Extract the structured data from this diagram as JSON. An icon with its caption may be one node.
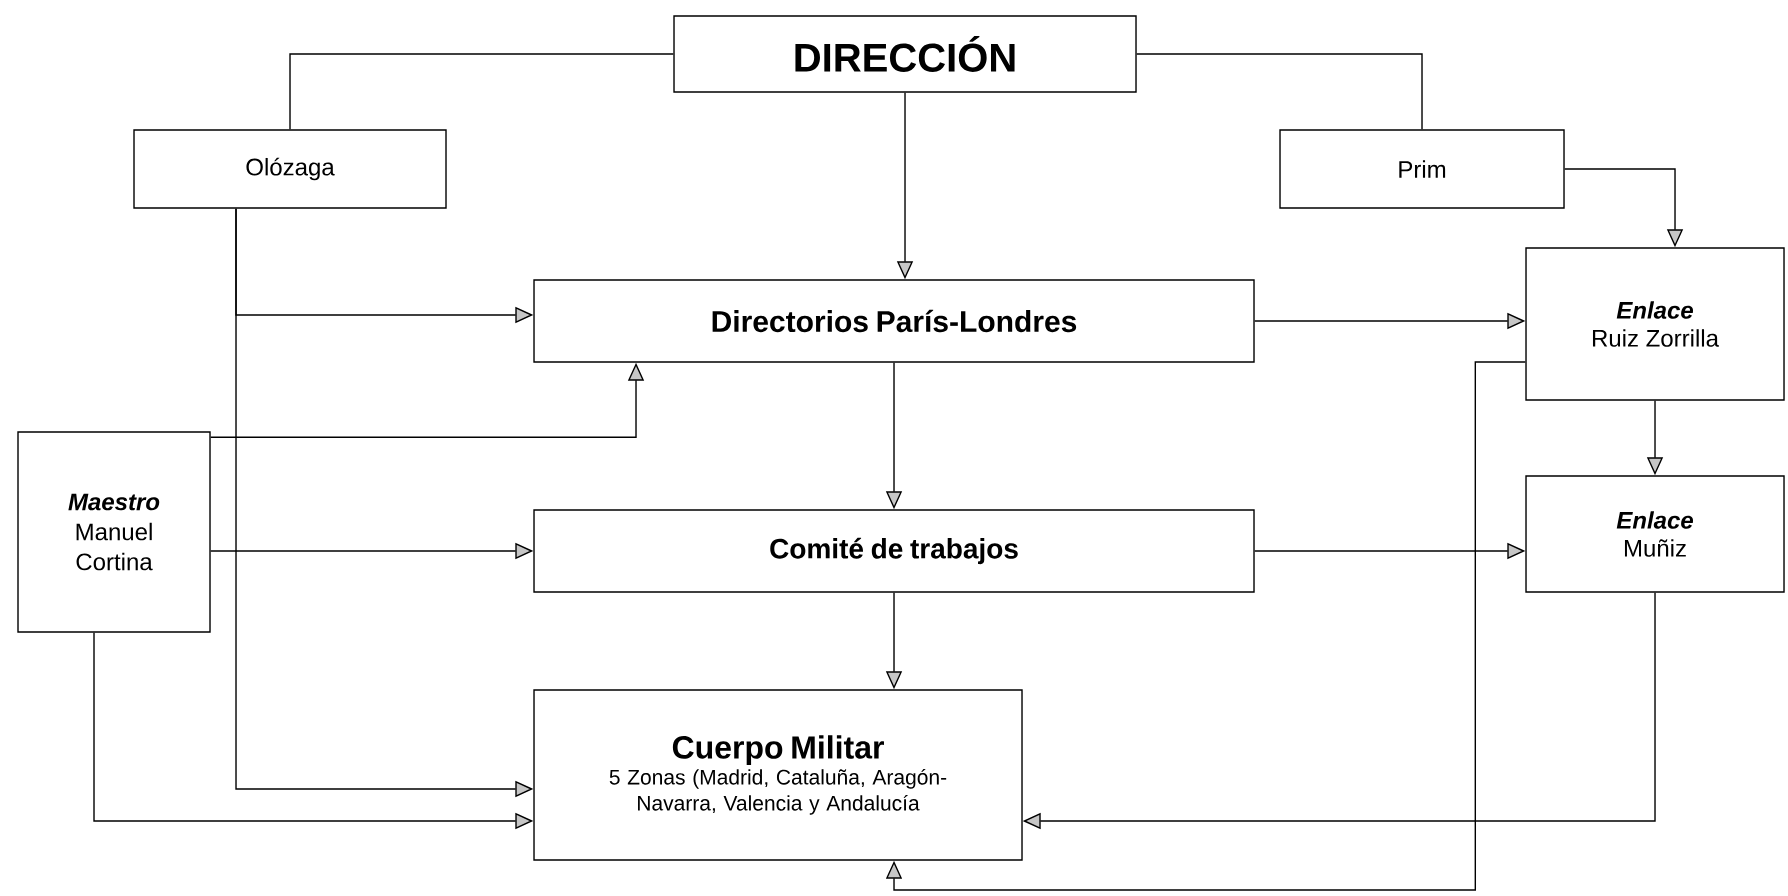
{
  "diagram": {
    "nodes": [
      {
        "text": [
          "DIRECCIÓN"
        ]
      },
      {
        "text": [
          "Olózaga"
        ]
      },
      {
        "text": [
          "Prim"
        ]
      },
      {
        "text": [
          "Directorios París-Londres"
        ]
      },
      {
        "text": [
          "Enlace",
          "Ruiz Zorrilla"
        ]
      },
      {
        "text": [
          "Maestro",
          "Manuel Cortina"
        ]
      },
      {
        "text": [
          "Comité de trabajos"
        ]
      },
      {
        "text": [
          "Enlace",
          "Muñiz"
        ]
      },
      {
        "text": [
          "Cuerpo Militar",
          "5 Zonas (Madrid, Cataluña, Aragón-Navarra, Valencia y Andalucía"
        ]
      }
    ],
    "edges": [
      {
        "from": 0,
        "to": 1,
        "arrow": "none"
      },
      {
        "from": 0,
        "to": 2,
        "arrow": "none"
      },
      {
        "from": 0,
        "to": 3,
        "arrow": "to"
      },
      {
        "from": 2,
        "to": 4,
        "arrow": "to"
      },
      {
        "from": 1,
        "to": 3,
        "arrow": "to"
      },
      {
        "from": 1,
        "to": 8,
        "arrow": "to"
      },
      {
        "from": 5,
        "to": 3,
        "arrow": "to"
      },
      {
        "from": 5,
        "to": 6,
        "arrow": "to"
      },
      {
        "from": 5,
        "to": 8,
        "arrow": "to"
      },
      {
        "from": 3,
        "to": 4,
        "arrow": "to"
      },
      {
        "from": 3,
        "to": 6,
        "arrow": "to"
      },
      {
        "from": 4,
        "to": 7,
        "arrow": "to"
      },
      {
        "from": 6,
        "to": 7,
        "arrow": "to"
      },
      {
        "from": 6,
        "to": 8,
        "arrow": "to"
      },
      {
        "from": 7,
        "to": 8,
        "arrow": "to"
      },
      {
        "from": 4,
        "to": 8,
        "arrow": "to"
      }
    ]
  }
}
